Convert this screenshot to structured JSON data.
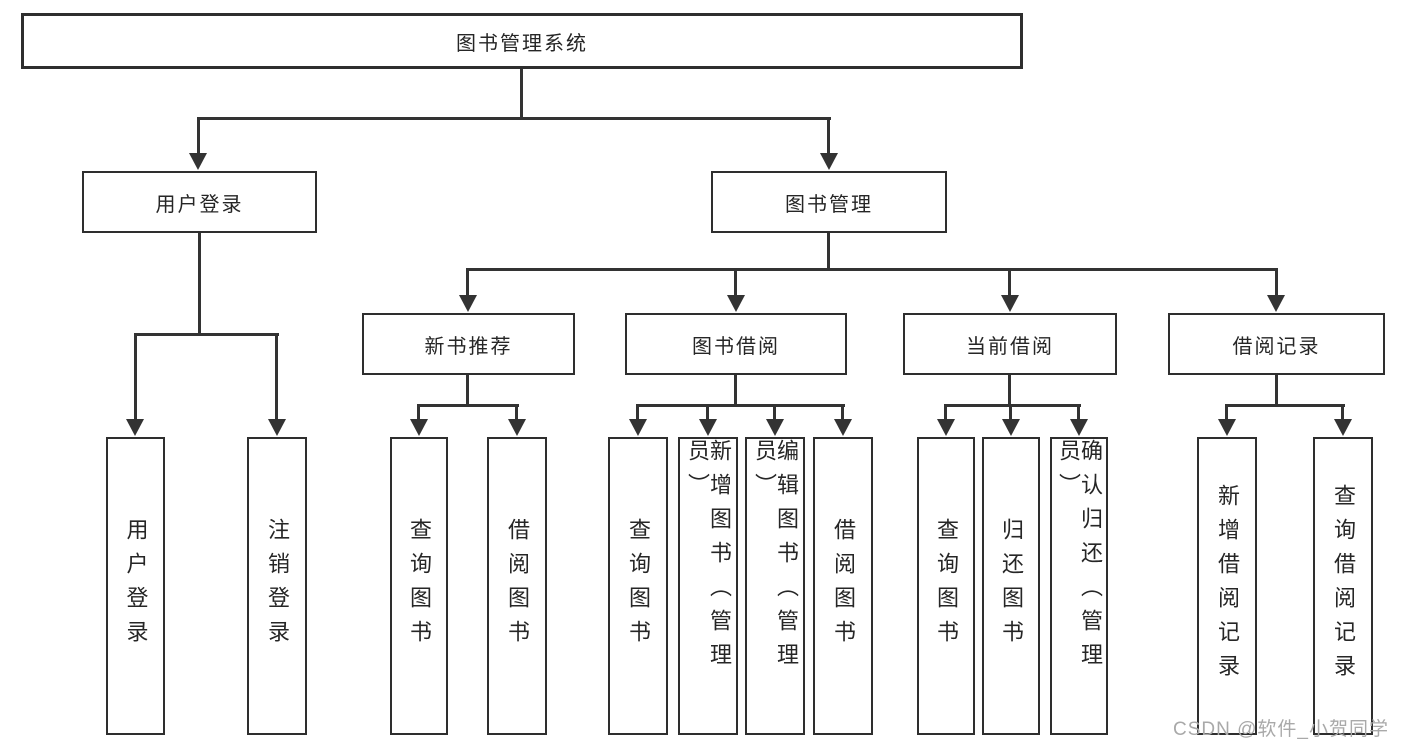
{
  "tree": {
    "root": {
      "label": "图书管理系统"
    },
    "branches": [
      {
        "label": "用户登录",
        "children": [
          {
            "label": "用户登录"
          },
          {
            "label": "注销登录"
          }
        ]
      },
      {
        "label": "图书管理",
        "children": [
          {
            "label": "新书推荐",
            "children": [
              {
                "label": "查询图书"
              },
              {
                "label": "借阅图书"
              }
            ]
          },
          {
            "label": "图书借阅",
            "children": [
              {
                "label": "查询图书"
              },
              {
                "label": "新增图书（管理员）"
              },
              {
                "label": "编辑图书（管理员）"
              },
              {
                "label": "借阅图书"
              }
            ]
          },
          {
            "label": "当前借阅",
            "children": [
              {
                "label": "查询图书"
              },
              {
                "label": "归还图书"
              },
              {
                "label": "确认归还（管理员）"
              }
            ]
          },
          {
            "label": "借阅记录",
            "children": [
              {
                "label": "新增借阅记录"
              },
              {
                "label": "查询借阅记录"
              }
            ]
          }
        ]
      }
    ]
  },
  "watermark": {
    "text": "CSDN @软件_小贺同学"
  },
  "colors": {
    "line": "#333333",
    "box_border": "#2e2e2e",
    "text": "#262626",
    "watermark": "#a9a9a9",
    "background": "#ffffff"
  }
}
